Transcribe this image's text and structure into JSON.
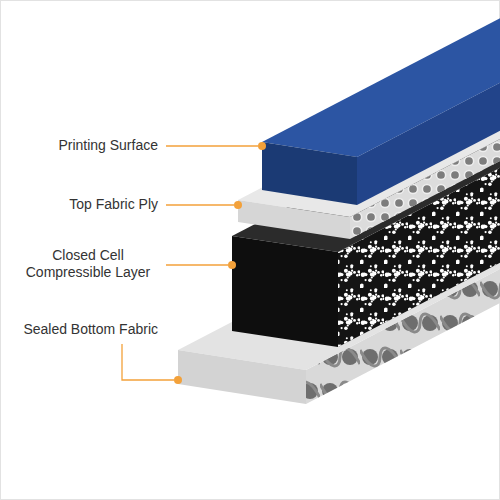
{
  "diagram": {
    "labels": [
      "Printing Surface",
      "Top Fabric Ply",
      "Closed Cell Compressible Layer",
      "Sealed Bottom Fabric"
    ]
  }
}
